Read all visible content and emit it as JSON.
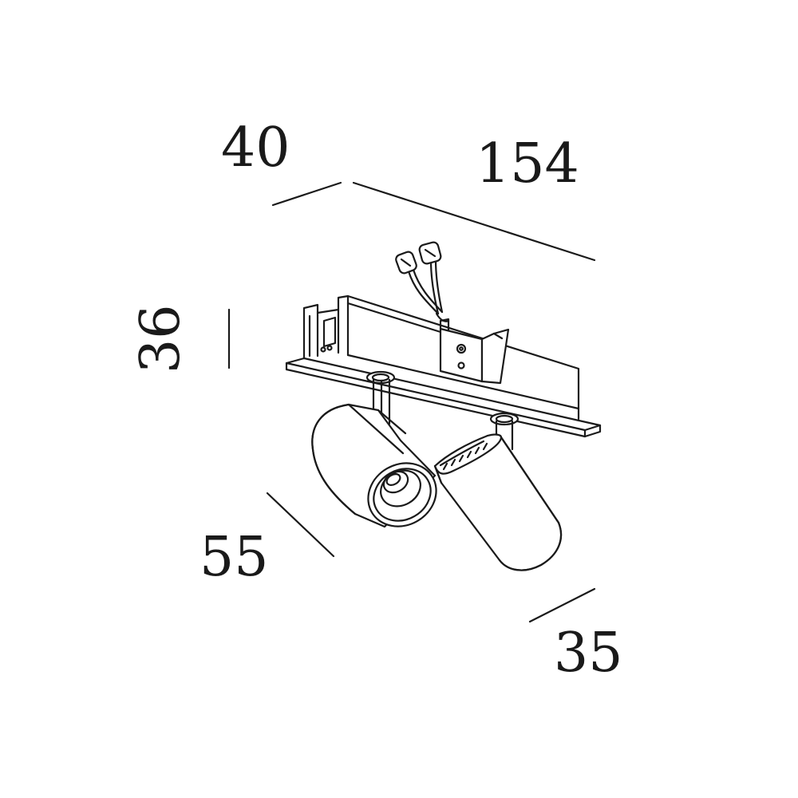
{
  "dimensions": {
    "depth_top": "40",
    "length": "154",
    "height": "36",
    "head_length": "55",
    "head_diameter": "35"
  },
  "colors": {
    "line": "#1a1a1a",
    "background": "#ffffff"
  }
}
